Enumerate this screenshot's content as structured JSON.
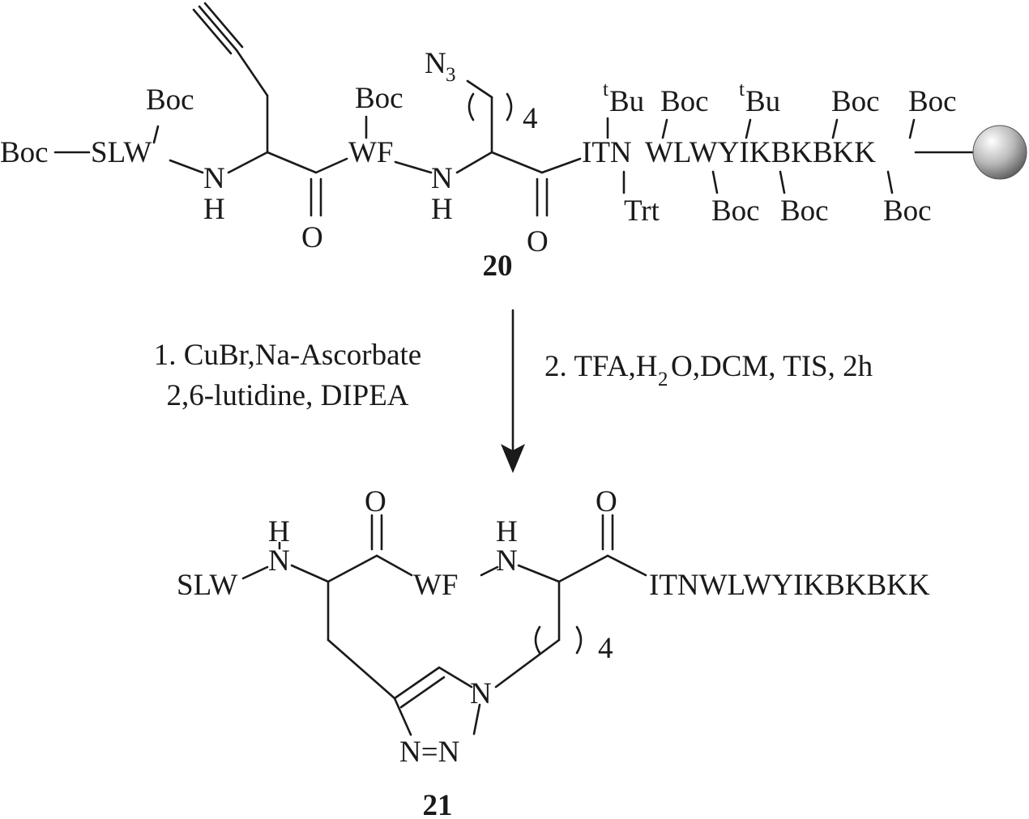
{
  "compound_20": {
    "number": "20",
    "groups": {
      "boc": "Boc",
      "slw": "SLW",
      "n": "N",
      "h": "H",
      "o": "O",
      "wf": "WF",
      "n3": "N",
      "n3_sub": "3",
      "repeat": "4",
      "itn": "ITN",
      "trt": "Trt",
      "tert": "t",
      "bu": "Bu",
      "chain": "WLWYIKBKBKK"
    }
  },
  "conditions": {
    "step1_line1": "1. CuBr,Na-Ascorbate",
    "step1_line2": "2,6-lutidine, DIPEA",
    "step2_prefix": "2. TFA,H",
    "step2_sub": "2",
    "step2_suffix": "O,DCM, TIS, 2h"
  },
  "compound_21": {
    "number": "21",
    "groups": {
      "slw": "SLW",
      "wf": "WF",
      "chain": "ITNWLWYIKBKBKK",
      "n": "N",
      "h": "H",
      "o": "O",
      "repeat": "4",
      "triazole_n_double": "N=N"
    }
  },
  "colors": {
    "ink": "#1a1a1a",
    "resin_bead": "#b0b0b0"
  }
}
